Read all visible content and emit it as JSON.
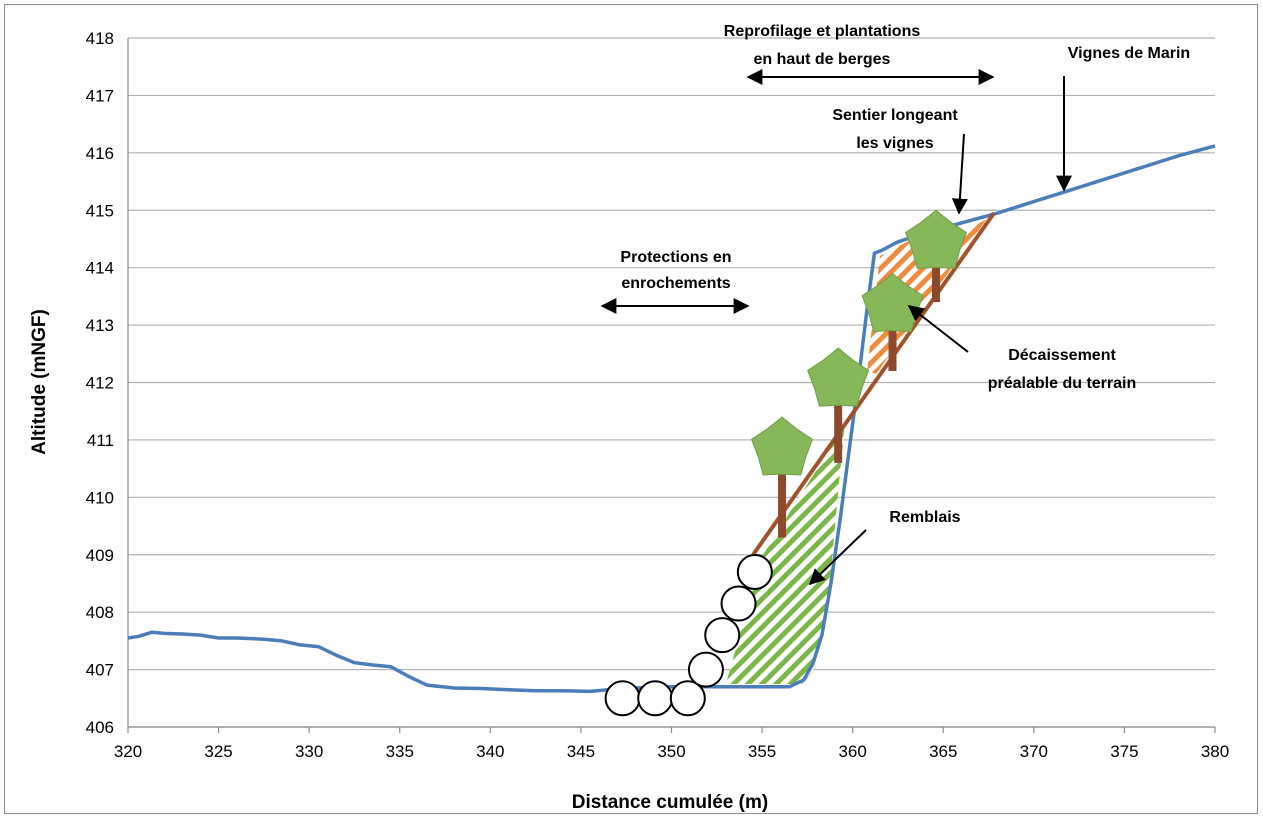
{
  "chart_data": {
    "type": "line",
    "xlabel": "Distance cumulée (m)",
    "ylabel": "Altitude (mNGF)",
    "xlim": [
      320,
      380
    ],
    "ylim": [
      406,
      418
    ],
    "x_ticks": [
      320,
      325,
      330,
      335,
      340,
      345,
      350,
      355,
      360,
      365,
      370,
      375,
      380
    ],
    "y_ticks": [
      406,
      407,
      408,
      409,
      410,
      411,
      412,
      413,
      414,
      415,
      416,
      417,
      418
    ],
    "grid": "horizontal",
    "series": [
      {
        "color": "#4a7ebb",
        "x": [
          320,
          320.6,
          321.3,
          322,
          323,
          324,
          325,
          326,
          327.5,
          328.5,
          329.5,
          330.5,
          331.5,
          332.5,
          333.5,
          334.5,
          335.5,
          336.5,
          338,
          339.5,
          341,
          342.5,
          344,
          345.5,
          346.5,
          348,
          350,
          352,
          354,
          356.5,
          357.3,
          357.8,
          358.3,
          358.8,
          359.3,
          359.8,
          360.3,
          360.8,
          361.2,
          361.6,
          362.5,
          364,
          366,
          368,
          370,
          372,
          374,
          376,
          378,
          380
        ],
        "y": [
          407.55,
          407.58,
          407.65,
          407.63,
          407.62,
          407.6,
          407.55,
          407.55,
          407.53,
          407.5,
          407.43,
          407.4,
          407.25,
          407.12,
          407.08,
          407.05,
          406.88,
          406.73,
          406.68,
          406.67,
          406.65,
          406.63,
          406.63,
          406.62,
          406.65,
          406.68,
          406.7,
          406.7,
          406.7,
          406.7,
          406.82,
          407.1,
          407.6,
          408.5,
          409.6,
          410.8,
          412,
          413.3,
          414.25,
          414.3,
          414.45,
          414.6,
          414.78,
          414.95,
          415.15,
          415.35,
          415.55,
          415.75,
          415.95,
          416.12
        ]
      }
    ],
    "annotations": [
      "Reprofilage et plantations",
      "en haut de berges",
      "Vignes de Marin",
      "Sentier longeant",
      "les vignes",
      "Protections en",
      "enrochements",
      "Décaissement",
      "préalable du terrain",
      "Remblais"
    ]
  },
  "colors": {
    "profile": "#4a7ebb",
    "grid": "#b0b0b0",
    "slope_line": "#a0522d",
    "tree_trunk": "#8b4a2b",
    "tree_crown": "#86b85a",
    "fill_remblais": "#7ab648",
    "fill_decaissement": "#f08a3c"
  }
}
